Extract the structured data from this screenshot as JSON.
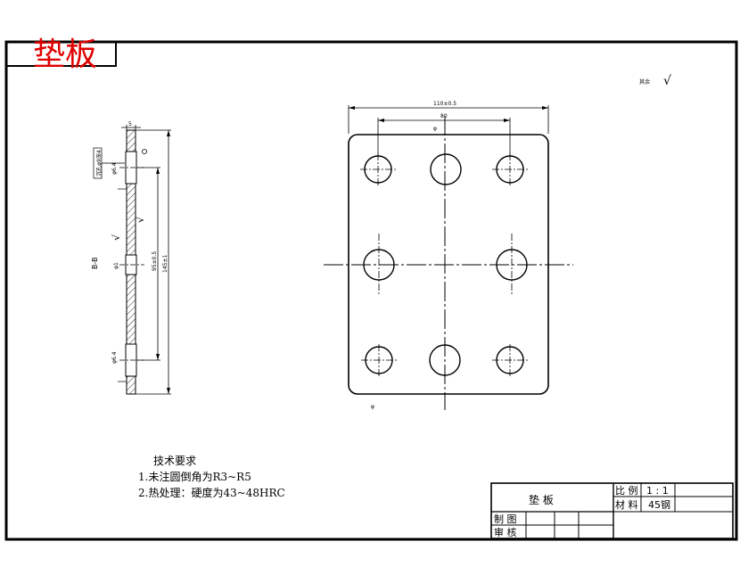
{
  "header": {
    "title": "垫板",
    "title_color": "#e00000"
  },
  "roughness": {
    "label": "其余",
    "symbol": "√"
  },
  "dims": {
    "overall_width": "110±0.5",
    "hole_spacing": "80",
    "hole_label_top": "φ",
    "bottom_label": "φ",
    "section_thickness": "5",
    "section_total": "145±1",
    "section_inner": "95±0.5",
    "hole_top": "φ6.4",
    "hole_bottom": "φ6.4",
    "mid": "φ1",
    "counterbore": "沉孔φ9深4",
    "rough_a": "√",
    "rough_b": "√"
  },
  "section_label": "B-B",
  "tech": {
    "heading": "技术要求",
    "items": [
      "1.未注圆倒角为R3~R5",
      "2.热处理：硬度为43~48HRC"
    ]
  },
  "titleblock": {
    "name": "垫  板",
    "scale_label": "比 例",
    "scale_value": "1 : 1",
    "material_label": "材 料",
    "material_value": "45钢",
    "drawn_label": "制 图",
    "checked_label": "审 核"
  }
}
